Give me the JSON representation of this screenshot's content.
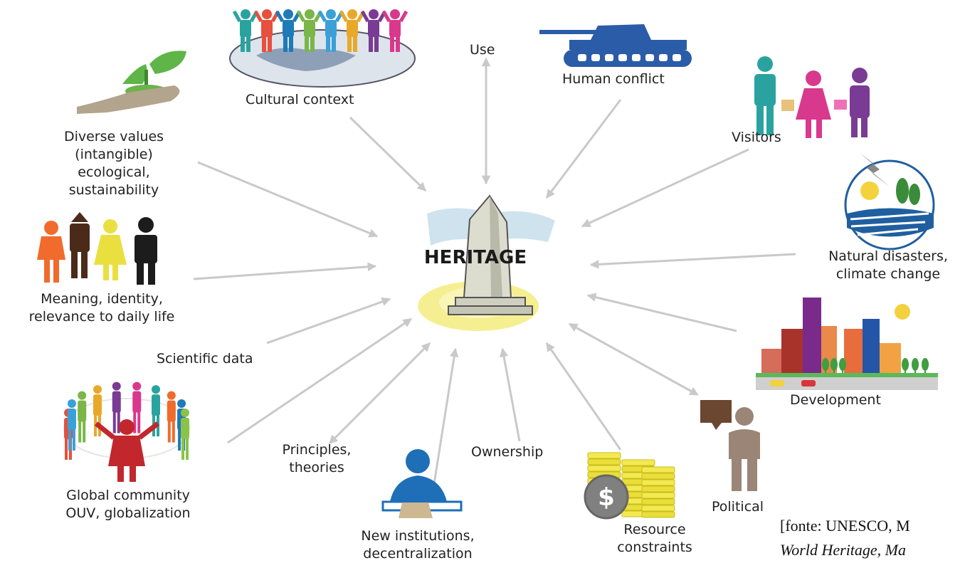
{
  "center": {
    "title": "HERITAGE"
  },
  "factors": {
    "use": "Use",
    "human_conflict": "Human conflict",
    "cultural_context": "Cultural context",
    "visitors": "Visitors",
    "diverse_values": [
      "Diverse values",
      "(intangible)",
      "ecological,",
      "sustainability"
    ],
    "natural_disasters": [
      "Natural disasters,",
      "climate change"
    ],
    "meaning_identity": [
      "Meaning, identity,",
      "relevance to daily life"
    ],
    "scientific_data": "Scientific data",
    "development": "Development",
    "global_community": [
      "Global community",
      "OUV, globalization"
    ],
    "principles": [
      "Principles,",
      "theories"
    ],
    "ownership": "Ownership",
    "new_institutions": [
      "New institutions,",
      "decentralization"
    ],
    "resource_constraints": [
      "Resource",
      "constraints"
    ],
    "political": "Political"
  },
  "source_note": {
    "line1": "[fonte: UNESCO, M",
    "line2": "World Heritage, Ma"
  },
  "colors": {
    "arrow": "#c9c9c9",
    "text": "#222222",
    "monument": "#dcdccf",
    "halo": "#f5ef92",
    "sky": "#cfe3ee"
  },
  "icons": [
    "plant-in-hand-icon",
    "people-on-globe-icon",
    "tank-icon",
    "visitors-icon",
    "weather-disaster-icon",
    "family-icon",
    "community-circle-icon",
    "office-worker-icon",
    "coins-dollar-icon",
    "speaker-icon",
    "city-icon"
  ]
}
